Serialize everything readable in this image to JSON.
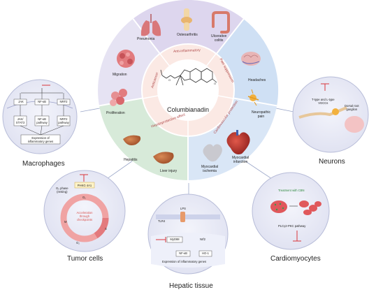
{
  "center": {
    "compound_name": "Columbianadin",
    "sectors": {
      "anti_inflammatory": "Anti-inflammatory",
      "pain_suppression": "Pain suppression",
      "cardiovascular": "Cardiovascular protection",
      "hepatoprotective": "Hepatoprotective effect",
      "anticancer": "Anticancer"
    }
  },
  "outer_ring": {
    "pneumonia": "Pneumonia",
    "osteoarthritis": "Osteoarthritis",
    "ulcerative_colitis": [
      "Ulcerative",
      "colitis"
    ],
    "migration": "Migration",
    "proliferation": "Proliferation",
    "headaches": "Headaches",
    "neuropathic_pain": [
      "Neuropathic",
      "pain"
    ],
    "hepatitis": "Hepatitis",
    "liver_injury": "Liver injury",
    "myocardial_ischemia": [
      "Myocardial",
      "ischemia"
    ],
    "myocardial_infarction": [
      "Myocardial",
      "infarction"
    ]
  },
  "macrophages": {
    "caption": "Macrophages",
    "nodes": [
      "JAK",
      "NF-κB",
      "NRF2"
    ],
    "pathways": [
      [
        "JAK/",
        "STAT3"
      ],
      [
        "NF-κB",
        "pathway"
      ],
      [
        "NRF2",
        "pathway"
      ]
    ],
    "output": [
      "Expression of",
      "inflammatory genes"
    ]
  },
  "neurons": {
    "caption": "Neurons",
    "channel_label": [
      "T-type and L-type",
      "VGCCs"
    ],
    "ganglion_label": [
      "Dorsal root",
      "ganglion"
    ]
  },
  "tumor": {
    "caption": "Tumor cells",
    "phase_label": [
      "G₀ phase",
      "(resting)"
    ],
    "protein": "PHKG 4A1",
    "center_text": [
      "Acceleration",
      "through",
      "checkpoints"
    ],
    "phases": [
      "G₁",
      "S",
      "G₂",
      "M"
    ]
  },
  "hepatic": {
    "caption": "Hepatic tissue",
    "lps": "LPS",
    "receptor": "TLR4",
    "myd88": "MyD88",
    "nrf2": "Nrf2",
    "nfkb": "NF-κB",
    "ho1": "HO-1",
    "output": "Expression of inflammatory genes"
  },
  "cardio": {
    "caption": "Cardiomyocytes",
    "treatment": "Treatment with CBN",
    "pathway": "PLCγ2-PKC pathway"
  },
  "colors": {
    "purple_sector": "#ddd6ee",
    "blue_sector": "#cfe0f4",
    "green_sector": "#d7ead9",
    "inner_ring": "#f8e3de",
    "panel_circle": "#e4e6f3",
    "inhibit_red": "#d9353a"
  }
}
